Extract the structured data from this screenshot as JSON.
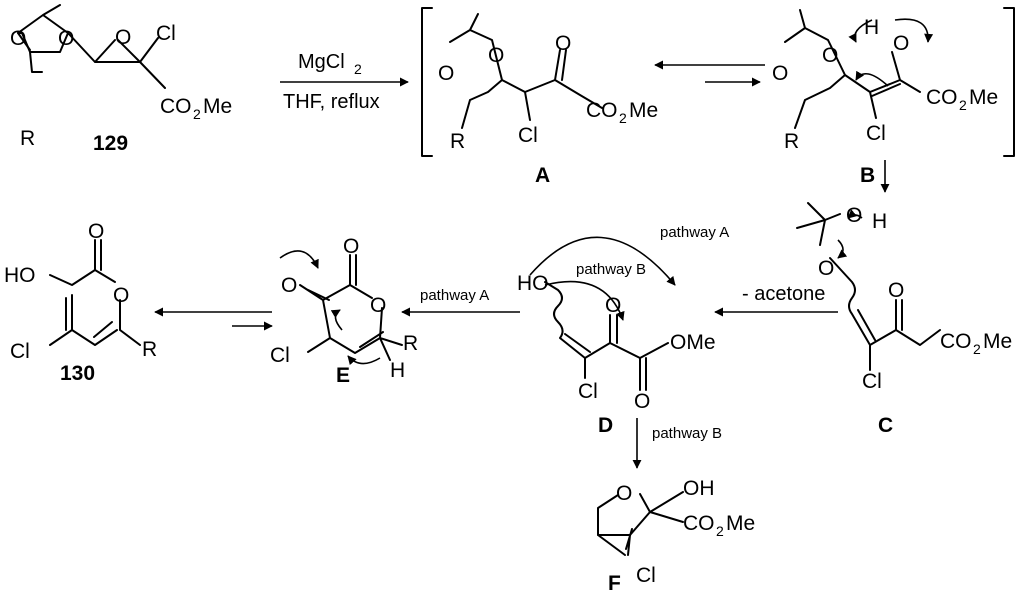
{
  "compounds": {
    "c129": "129",
    "c130": "130",
    "A": "A",
    "B": "B",
    "C": "C",
    "D": "D",
    "E": "E",
    "F": "F"
  },
  "reagents": {
    "top": "MgCl",
    "top_sub": "2",
    "bottom": "THF, reflux"
  },
  "labels": {
    "pathway_a": "pathway A",
    "pathway_b": "pathway B",
    "minus_acetone": "- acetone"
  },
  "atoms": {
    "O": "O",
    "Cl": "Cl",
    "R": "R",
    "H": "H",
    "HO": "HO",
    "OH": "OH",
    "OMe": "OMe",
    "CO": "CO",
    "two": "2",
    "Me": "Me"
  }
}
